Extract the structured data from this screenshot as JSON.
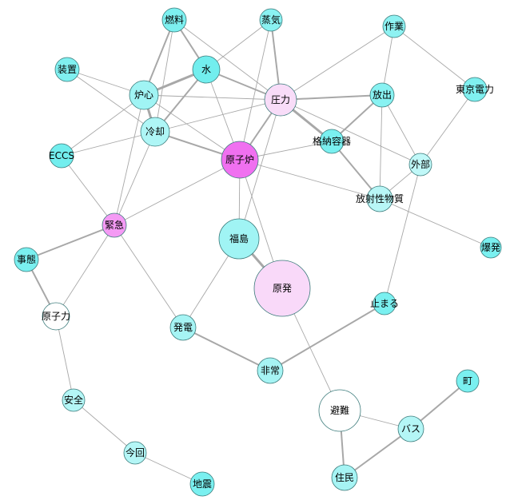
{
  "colors": {
    "edge": "#a8a8a8",
    "node_stroke": "#3a7a7a"
  },
  "nodes": [
    {
      "id": "燃料",
      "fill": "#7df0f0"
    },
    {
      "id": "蒸気",
      "fill": "#8af2f2"
    },
    {
      "id": "作業",
      "fill": "#8ef2f2"
    },
    {
      "id": "装置",
      "fill": "#80f0f0"
    },
    {
      "id": "水",
      "fill": "#72eeee"
    },
    {
      "id": "炉心",
      "fill": "#a0f4f4"
    },
    {
      "id": "圧力",
      "fill": "#f8dcf8"
    },
    {
      "id": "放出",
      "fill": "#88f2f2"
    },
    {
      "id": "東京電力",
      "fill": "#80f0f0"
    },
    {
      "id": "冷却",
      "fill": "#aef6f6"
    },
    {
      "id": "格納容器",
      "fill": "#7af0f0"
    },
    {
      "id": "ECCS",
      "fill": "#72eeee"
    },
    {
      "id": "原子炉",
      "fill": "#f070f0"
    },
    {
      "id": "外部",
      "fill": "#c0f8f8"
    },
    {
      "id": "放射性物質",
      "fill": "#b8f6f6"
    },
    {
      "id": "緊急",
      "fill": "#f49af4"
    },
    {
      "id": "福島",
      "fill": "#a0f4f4"
    },
    {
      "id": "爆発",
      "fill": "#7af0f0"
    },
    {
      "id": "事態",
      "fill": "#7af0f0"
    },
    {
      "id": "原発",
      "fill": "#f9d9f9"
    },
    {
      "id": "止まる",
      "fill": "#7af0f0"
    },
    {
      "id": "原子力",
      "fill": "#ffffff"
    },
    {
      "id": "発電",
      "fill": "#a6f4f4"
    },
    {
      "id": "非常",
      "fill": "#a6f4f4"
    },
    {
      "id": "安全",
      "fill": "#b4f6f6"
    },
    {
      "id": "避難",
      "fill": "#ffffff"
    },
    {
      "id": "バス",
      "fill": "#b4f6f6"
    },
    {
      "id": "町",
      "fill": "#7af0f0"
    },
    {
      "id": "今回",
      "fill": "#b4f6f6"
    },
    {
      "id": "住民",
      "fill": "#a6f4f4"
    },
    {
      "id": "地震",
      "fill": "#7af0f0"
    }
  ],
  "edges": [
    [
      "燃料",
      "炉心",
      2
    ],
    [
      "燃料",
      "冷却",
      1
    ],
    [
      "燃料",
      "水",
      2
    ],
    [
      "燃料",
      "圧力",
      1
    ],
    [
      "蒸気",
      "圧力",
      2
    ],
    [
      "蒸気",
      "原子炉",
      1
    ],
    [
      "蒸気",
      "水",
      1
    ],
    [
      "作業",
      "圧力",
      1
    ],
    [
      "作業",
      "放出",
      1
    ],
    [
      "作業",
      "東京電力",
      1
    ],
    [
      "装置",
      "炉心",
      1
    ],
    [
      "装置",
      "冷却",
      1
    ],
    [
      "水",
      "炉心",
      3
    ],
    [
      "水",
      "冷却",
      2
    ],
    [
      "水",
      "圧力",
      2
    ],
    [
      "水",
      "原子炉",
      1
    ],
    [
      "炉心",
      "圧力",
      1
    ],
    [
      "炉心",
      "冷却",
      3
    ],
    [
      "炉心",
      "ECCS",
      1
    ],
    [
      "炉心",
      "緊急",
      1
    ],
    [
      "炉心",
      "原子炉",
      1
    ],
    [
      "冷却",
      "圧力",
      1
    ],
    [
      "冷却",
      "ECCS",
      1
    ],
    [
      "冷却",
      "原子炉",
      2
    ],
    [
      "冷却",
      "緊急",
      1
    ],
    [
      "圧力",
      "放出",
      2
    ],
    [
      "圧力",
      "格納容器",
      3
    ],
    [
      "圧力",
      "原子炉",
      2
    ],
    [
      "圧力",
      "外部",
      1
    ],
    [
      "圧力",
      "福島",
      1
    ],
    [
      "放出",
      "格納容器",
      2
    ],
    [
      "放出",
      "放射性物質",
      1
    ],
    [
      "放出",
      "外部",
      1
    ],
    [
      "東京電力",
      "外部",
      1
    ],
    [
      "格納容器",
      "原子炉",
      1
    ],
    [
      "格納容器",
      "放射性物質",
      2
    ],
    [
      "ECCS",
      "緊急",
      1
    ],
    [
      "原子炉",
      "福島",
      1
    ],
    [
      "原子炉",
      "原発",
      1
    ],
    [
      "原子炉",
      "緊急",
      1
    ],
    [
      "原子炉",
      "放射性物質",
      1
    ],
    [
      "外部",
      "放射性物質",
      1
    ],
    [
      "外部",
      "止まる",
      1
    ],
    [
      "放射性物質",
      "爆発",
      1
    ],
    [
      "緊急",
      "事態",
      2
    ],
    [
      "緊急",
      "原子力",
      1
    ],
    [
      "緊急",
      "発電",
      1
    ],
    [
      "福島",
      "原発",
      3
    ],
    [
      "福島",
      "発電",
      1
    ],
    [
      "事態",
      "原子力",
      2
    ],
    [
      "原子力",
      "安全",
      1
    ],
    [
      "発電",
      "非常",
      2
    ],
    [
      "非常",
      "止まる",
      2
    ],
    [
      "原発",
      "避難",
      1
    ],
    [
      "避難",
      "バス",
      1
    ],
    [
      "避難",
      "住民",
      2
    ],
    [
      "バス",
      "町",
      2
    ],
    [
      "バス",
      "住民",
      2
    ],
    [
      "安全",
      "今回",
      1
    ],
    [
      "今回",
      "地震",
      1
    ]
  ]
}
